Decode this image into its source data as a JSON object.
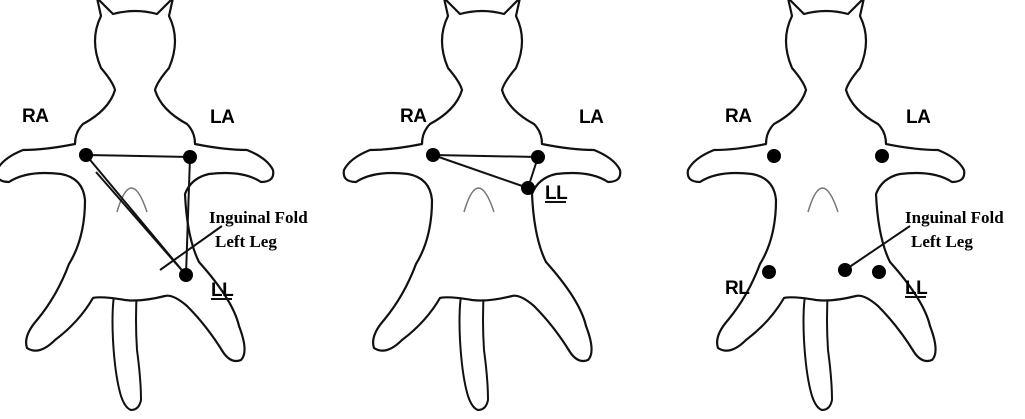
{
  "panels": [
    {
      "labels": {
        "ra": "RA",
        "la": "LA",
        "ll": "LL"
      },
      "note": {
        "line1": "Inguinal Fold",
        "line2": "Left Leg"
      }
    },
    {
      "labels": {
        "ra": "RA",
        "la": "LA",
        "ll": "LL"
      }
    },
    {
      "labels": {
        "ra": "RA",
        "la": "LA",
        "rl": "RL",
        "ll": "LL"
      },
      "note": {
        "line1": "Inguinal Fold",
        "line2": "Left Leg"
      }
    }
  ]
}
